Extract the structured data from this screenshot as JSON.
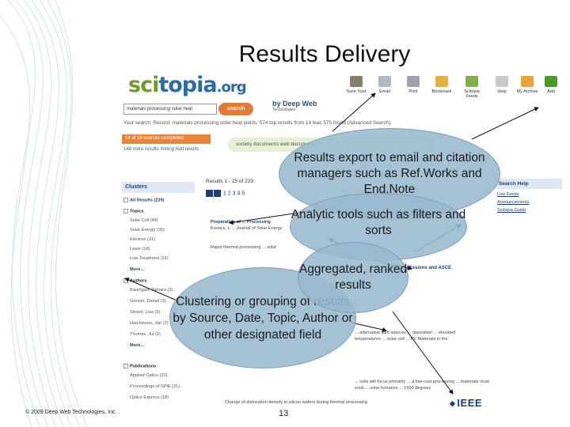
{
  "slide": {
    "title": "Results Delivery",
    "copyright": "© 2009 Deep Web Technologies, Inc.",
    "page_number": "13"
  },
  "site": {
    "logo_part1": "sci",
    "logo_part2": "topia",
    "logo_part3": ".org",
    "search_value": "materials processing solar heat",
    "search_button": "search",
    "by_label": "by Deep Web",
    "by_sub": "Technologies",
    "your_search": "Your search: Record: materials processing solar heat yields: 574 top results from 14 leas 575 found (Advanced Search)",
    "sources_box": "14 of 19 sources completed",
    "sources_note": "148 more results mining Add results",
    "tab_strip": "society documents   web documents"
  },
  "toolbar": {
    "items": [
      {
        "label": "Save Your",
        "color": "#8b7d6b"
      },
      {
        "label": "Email",
        "color": "#b0b8c4"
      },
      {
        "label": "Print",
        "color": "#9aa3ad"
      },
      {
        "label": "Bookmark",
        "color": "#e2b33c"
      },
      {
        "label": "Scitopia Feeds",
        "color": "#7fae4a"
      },
      {
        "label": "Help",
        "color": "#c9c9c9"
      },
      {
        "label": "My Archive",
        "color": "#e8a33a"
      },
      {
        "label": "Add",
        "color": "#4c9a2a"
      }
    ]
  },
  "clusters": {
    "header": "Clusters",
    "all_results": "All Results (229)",
    "topics_label": "Topics",
    "topics": [
      "Solar Cell (44)",
      "Solar Energy (36)",
      "Electron (31)",
      "Laser (18)",
      "Low Treatment (16)"
    ],
    "more_label": "More...",
    "authors_label": "Authors",
    "authors": [
      "Baumgart, Tamara (3)",
      "Grenier, Daniel (3)",
      "Stroud, Lisa (3)",
      "Hutchinson, Jan (2)",
      "Thomas, Jia (2)"
    ],
    "more_label2": "More...",
    "publications_label": "Publications",
    "publications": [
      "Applied Optics (33)",
      "Proceedings of SPIE (31)",
      "Optics Express (18)"
    ]
  },
  "results": {
    "count_line": "Results 1 - 25 of 229",
    "pages": "1 2 3 4 5",
    "item1_title": "Preparation of ... Processing",
    "item1_meta": "Kovacs, L ... Journal of Solar Energy",
    "item1_snippet": "Rapid thermal processing ... solar",
    "item2_snippet": "... alternative light sources ... deposition ... elevated temperatures ... solar cell ... PV Materials in the",
    "item3_snippet": "... cells will focus primarily ... a low-cost processing ... materials must exist ... solar furnaces ... 1600 degrees",
    "item4_title": "Change of dislocation density in silicon wafers during thermal processing"
  },
  "right_col": {
    "help": "Search Help",
    "links": [
      "Live Feeds",
      "Announcements",
      "Scitopia Guide"
    ]
  },
  "missions": "Missions and   ASCE",
  "ieee": "IEEE",
  "callouts": {
    "export": "Results export to email and citation managers such as Ref.Works and End.Note",
    "analytic": "Analytic tools such as filters and sorts",
    "aggregated": "Aggregated, ranked results",
    "clustering": "Clustering or grouping of results by Source, Date, Topic, Author or other designated field"
  },
  "colors": {
    "brand_green": "#6f9b2b",
    "brand_blue": "#2d6ba4",
    "search_orange": "#e07b39",
    "bubble_fill": "#99b9ce"
  }
}
